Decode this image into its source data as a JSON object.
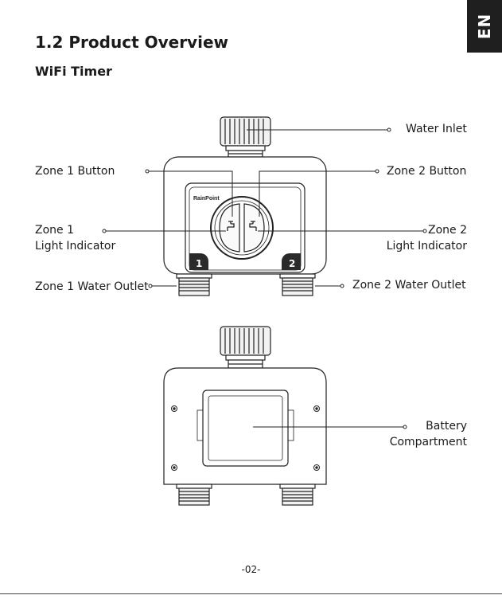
{
  "lang_tab": "EN",
  "section_title": "1.2 Product Overview",
  "subtitle": "WiFi Timer",
  "brand": "RainPoint",
  "zone_badges": [
    "1",
    "2"
  ],
  "labels": {
    "water_inlet": "Water Inlet",
    "zone1_button": "Zone 1 Button",
    "zone2_button": "Zone 2 Button",
    "zone1_light_line1": "Zone 1",
    "zone1_light_line2": "Light Indicator",
    "zone2_light_line1": "Zone 2",
    "zone2_light_line2": "Light Indicator",
    "zone1_outlet": "Zone 1 Water Outlet",
    "zone2_outlet": "Zone 2 Water Outlet",
    "battery_line1": "Battery",
    "battery_line2": "Compartment"
  },
  "page_number": "-02-"
}
